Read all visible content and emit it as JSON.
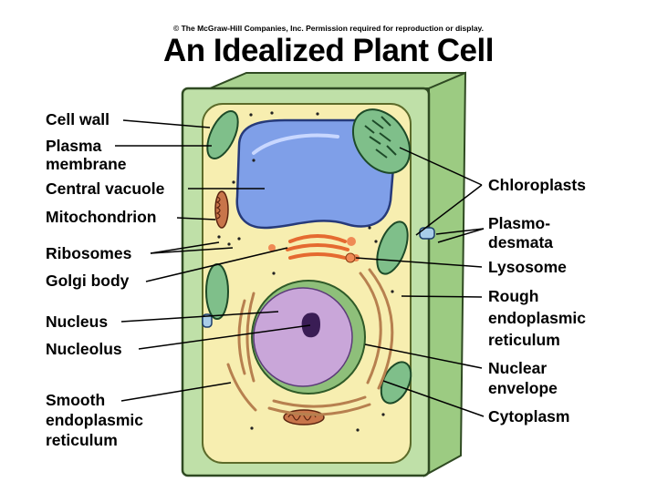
{
  "copyright": "© The McGraw-Hill Companies, Inc. Permission required for reproduction or display.",
  "title": "An Idealized Plant Cell",
  "labels_left": {
    "cell_wall": "Cell wall",
    "plasma_membrane_1": "Plasma",
    "plasma_membrane_2": "membrane",
    "central_vacuole": "Central vacuole",
    "mitochondrion": "Mitochondrion",
    "ribosomes": "Ribosomes",
    "golgi_body": "Golgi body",
    "nucleus": "Nucleus",
    "nucleolus": "Nucleolus",
    "smooth_er_1": "Smooth",
    "smooth_er_2": "endoplasmic",
    "smooth_er_3": "reticulum"
  },
  "labels_right": {
    "chloroplasts": "Chloroplasts",
    "plasmodesmata_1": "Plasmo-",
    "plasmodesmata_2": "desmata",
    "lysosome": "Lysosome",
    "rough_er_1": "Rough",
    "rough_er_2": "endoplasmic",
    "rough_er_3": "reticulum",
    "nuclear_envelope_1": "Nuclear",
    "nuclear_envelope_2": "envelope",
    "cytoplasm": "Cytoplasm"
  },
  "colors": {
    "cell_wall": "#bfe0a8",
    "cytoplasm": "#f7eeb0",
    "vacuole": "#7f9fe8",
    "chloroplast": "#7fbf8a",
    "nucleus": "#c9a6d9",
    "nucleolus": "#3a1d55",
    "golgi": "#ef8a55",
    "er": "#b7804f",
    "mitochondrion": "#c8754a"
  }
}
